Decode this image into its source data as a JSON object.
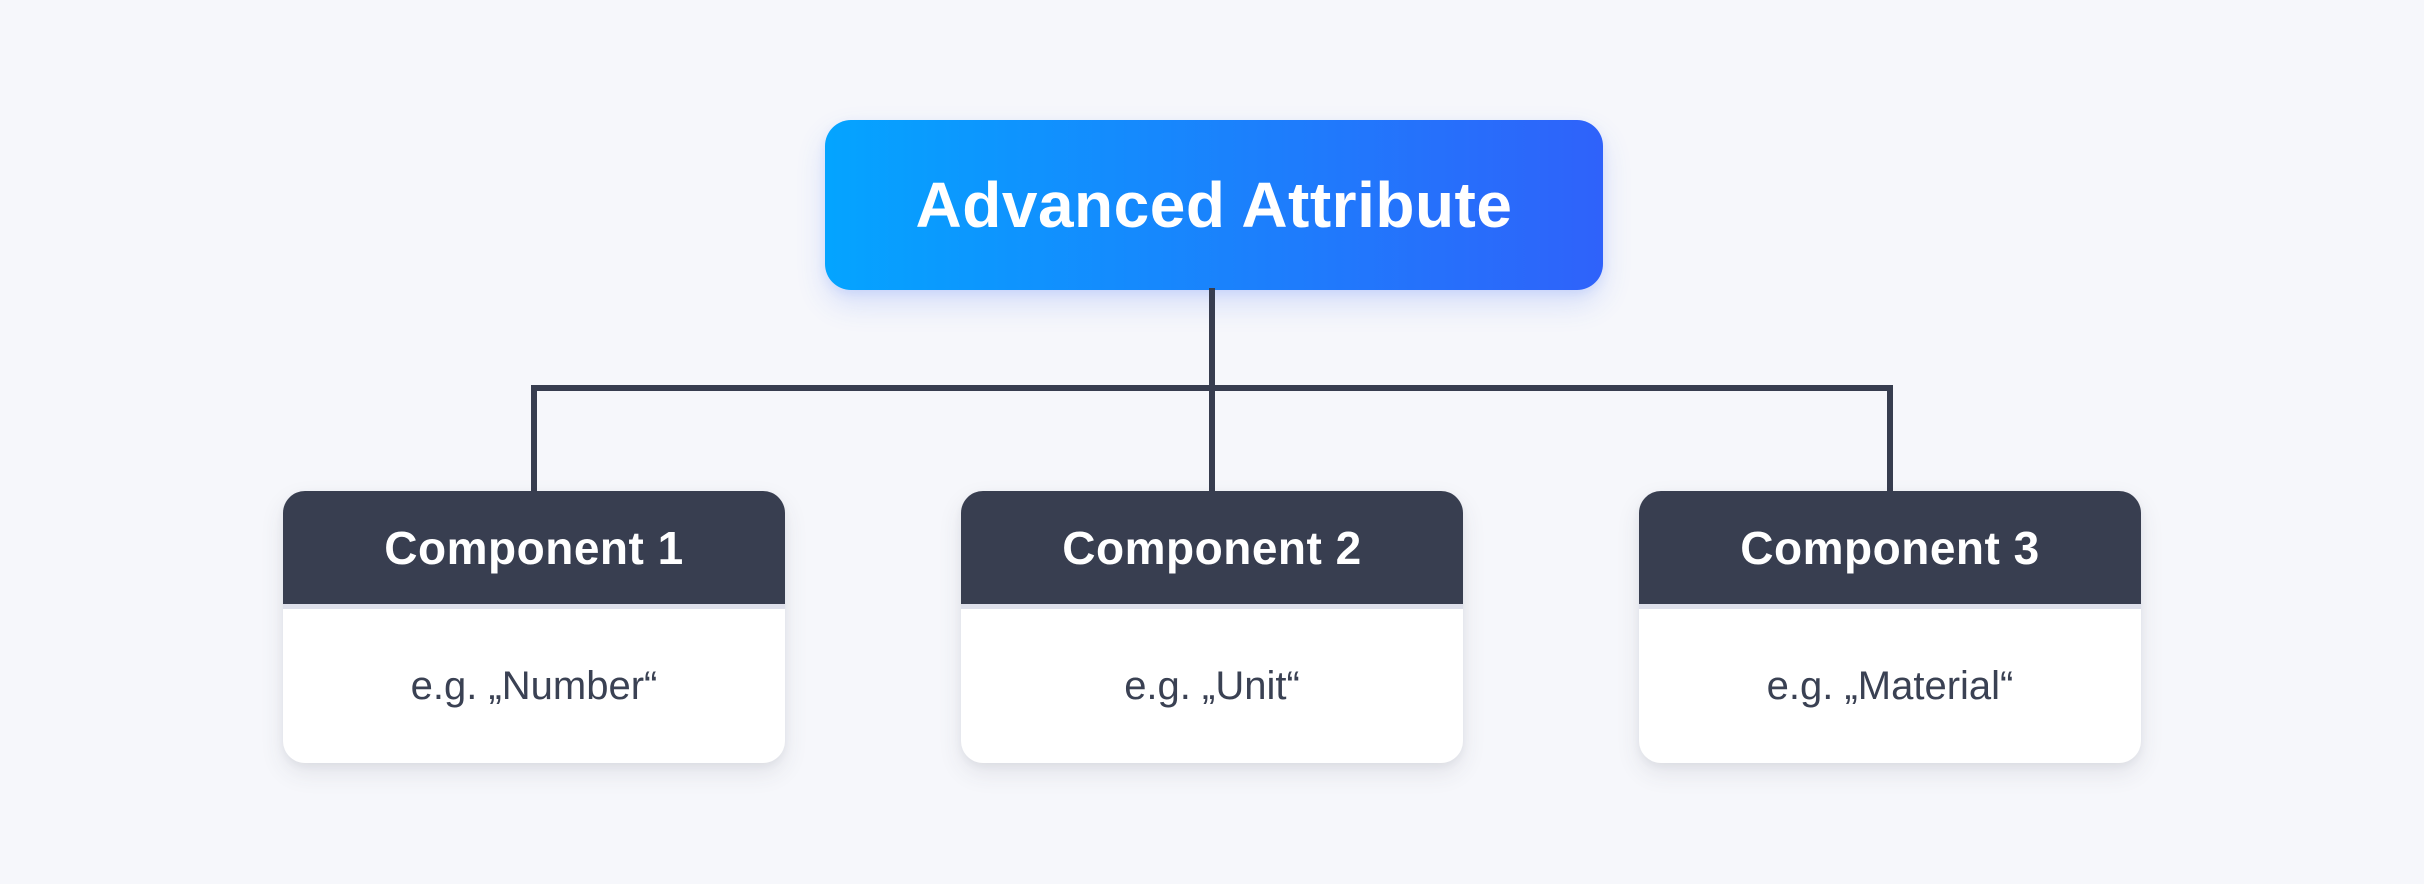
{
  "theme": {
    "background": "#F6F7FB",
    "gradient_start": "#04A4FF",
    "gradient_end": "#2F62FA",
    "connector": "#373D4F",
    "header_bg": "#383E50",
    "card_bg": "#FFFFFF",
    "divider": "#DEE0EB",
    "title_text": "#FFFFFF",
    "body_text": "#3A4153"
  },
  "diagram": {
    "root": {
      "label": "Advanced Attribute"
    },
    "components": [
      {
        "title": "Component 1",
        "example": "e.g. „Number“"
      },
      {
        "title": "Component 2",
        "example": "e.g. „Unit“"
      },
      {
        "title": "Component 3",
        "example": "e.g. „Material“"
      }
    ]
  }
}
